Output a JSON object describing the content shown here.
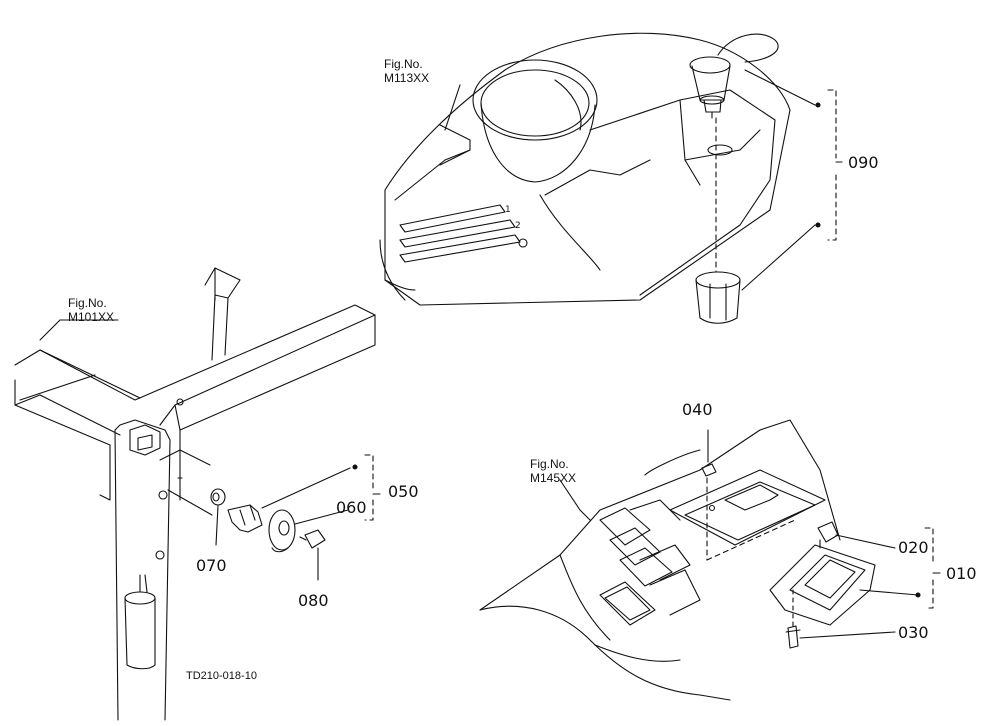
{
  "figure_refs": [
    {
      "line1": "Fig.No.",
      "line2": "M113XX"
    },
    {
      "line1": "Fig.No.",
      "line2": "M101XX"
    },
    {
      "line1": "Fig.No.",
      "line2": "M145XX"
    }
  ],
  "parts": {
    "p090": "090",
    "p050": "050",
    "p060": "060",
    "p070": "070",
    "p080": "080",
    "p040": "040",
    "p020": "020",
    "p010": "010",
    "p030": "030"
  },
  "drawing_code": "TD210-018-10",
  "colors": {
    "ink": "#111111",
    "paper": "#ffffff"
  }
}
